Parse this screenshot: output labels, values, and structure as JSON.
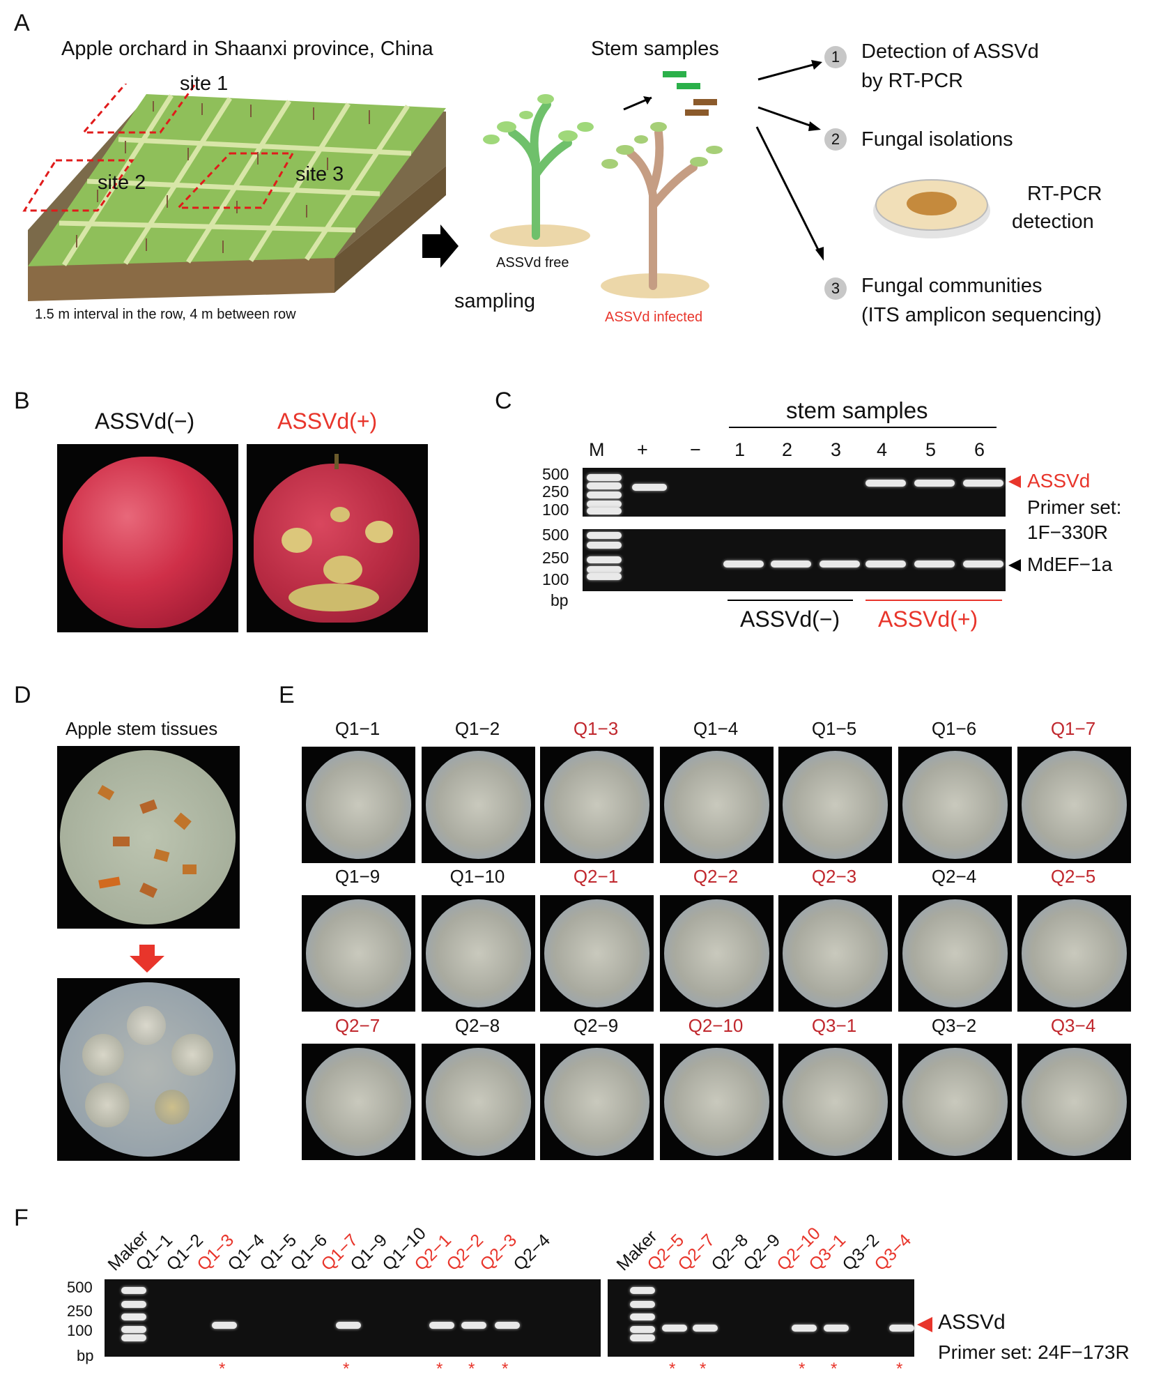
{
  "panels": {
    "A": "A",
    "B": "B",
    "C": "C",
    "D": "D",
    "E": "E",
    "F": "F"
  },
  "panelA": {
    "title": "Apple orchard in Shaanxi province, China",
    "sites": [
      "site 1",
      "site 2",
      "site 3"
    ],
    "spacing_note": "1.5 m interval in the row,  4 m between row",
    "stem_samples": "Stem samples",
    "assvd_free": "ASSVd free",
    "sampling": "sampling",
    "assvd_infected": "ASSVd infected",
    "steps": [
      {
        "num": "1",
        "line1": "Detection of ASSVd",
        "line2": "by RT-PCR"
      },
      {
        "num": "2",
        "line1": "Fungal isolations",
        "line2": ""
      },
      {
        "num": "3",
        "line1": "Fungal communities",
        "line2": "(ITS amplicon sequencing)"
      }
    ],
    "rtpcr1": "RT-PCR",
    "rtpcr2": "detection"
  },
  "panelB": {
    "neg": "ASSVd(−)",
    "pos": "ASSVd(+)"
  },
  "panelC": {
    "header": "stem samples",
    "lanes": [
      "M",
      "+",
      "−",
      "1",
      "2",
      "3",
      "4",
      "5",
      "6"
    ],
    "sizes": [
      "500",
      "250",
      "100"
    ],
    "bp": "bp",
    "target1": "ASSVd",
    "primer1": "Primer set:",
    "primer2": "1F−330R",
    "target2": "MdEF−1a",
    "group_neg": "ASSVd(−)",
    "group_pos": "ASSVd(+)"
  },
  "panelD": {
    "title": "Apple stem tissues"
  },
  "panelE": {
    "rows": [
      [
        {
          "l": "Q1−1",
          "p": false
        },
        {
          "l": "Q1−2",
          "p": false
        },
        {
          "l": "Q1−3",
          "p": true
        },
        {
          "l": "Q1−4",
          "p": false
        },
        {
          "l": "Q1−5",
          "p": false
        },
        {
          "l": "Q1−6",
          "p": false
        },
        {
          "l": "Q1−7",
          "p": true
        }
      ],
      [
        {
          "l": "Q1−9",
          "p": false
        },
        {
          "l": "Q1−10",
          "p": false
        },
        {
          "l": "Q2−1",
          "p": true
        },
        {
          "l": "Q2−2",
          "p": true
        },
        {
          "l": "Q2−3",
          "p": true
        },
        {
          "l": "Q2−4",
          "p": false
        },
        {
          "l": "Q2−5",
          "p": true
        }
      ],
      [
        {
          "l": "Q2−7",
          "p": true
        },
        {
          "l": "Q2−8",
          "p": false
        },
        {
          "l": "Q2−9",
          "p": false
        },
        {
          "l": "Q2−10",
          "p": true
        },
        {
          "l": "Q3−1",
          "p": true
        },
        {
          "l": "Q3−2",
          "p": false
        },
        {
          "l": "Q3−4",
          "p": true
        }
      ]
    ]
  },
  "panelF": {
    "gel1": [
      {
        "l": "Maker",
        "p": false
      },
      {
        "l": "Q1−1",
        "p": false
      },
      {
        "l": "Q1−2",
        "p": false
      },
      {
        "l": "Q1−3",
        "p": true
      },
      {
        "l": "Q1−4",
        "p": false
      },
      {
        "l": "Q1−5",
        "p": false
      },
      {
        "l": "Q1−6",
        "p": false
      },
      {
        "l": "Q1−7",
        "p": true
      },
      {
        "l": "Q1−9",
        "p": false
      },
      {
        "l": "Q1−10",
        "p": false
      },
      {
        "l": "Q2−1",
        "p": true
      },
      {
        "l": "Q2−2",
        "p": true
      },
      {
        "l": "Q2−3",
        "p": true
      },
      {
        "l": "Q2−4",
        "p": false
      }
    ],
    "gel2": [
      {
        "l": "Maker",
        "p": false
      },
      {
        "l": "Q2−5",
        "p": true
      },
      {
        "l": "Q2−7",
        "p": true
      },
      {
        "l": "Q2−8",
        "p": false
      },
      {
        "l": "Q2−9",
        "p": false
      },
      {
        "l": "Q2−10",
        "p": true
      },
      {
        "l": "Q3−1",
        "p": true
      },
      {
        "l": "Q3−2",
        "p": false
      },
      {
        "l": "Q3−4",
        "p": true
      }
    ],
    "sizes": [
      "500",
      "250",
      "100"
    ],
    "bp": "bp",
    "star": "*",
    "target": "ASSVd",
    "primer": "Primer set: 24F−173R"
  }
}
